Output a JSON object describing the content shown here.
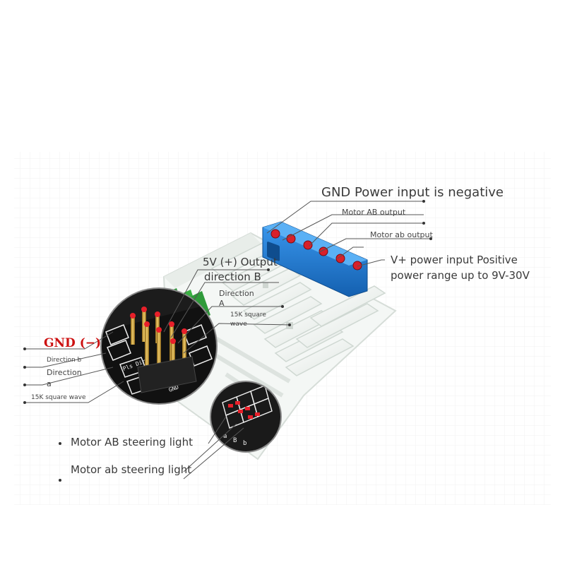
{
  "labels": {
    "gnd_power_input": "GND Power input is negative",
    "motor_AB_output": "Motor AB output",
    "motor_ab_output": "Motor ab output",
    "v_plus_line1": "V+ power input Positive",
    "v_plus_line2": "power range up to 9V-30V",
    "five_v_output": "5V (+) Output",
    "direction_B": "direction B",
    "direction_A_line1": "Direction",
    "direction_A_line2": "A",
    "square_wave_line1": "15K square",
    "square_wave_line2": "wave",
    "gnd_minus": "GND (−)",
    "direction_b_small": "Direction b",
    "direction_a_line1": "Direction",
    "direction_a_line2": "a",
    "square_wave_left": "15K square wave",
    "motor_AB_steering_light": "Motor AB steering light",
    "motor_ab_steering_light": "Motor ab steering light"
  },
  "colors": {
    "label_text": "#3a3a3a",
    "gnd_red": "#cc1111",
    "terminal_blue": "#1f7ad6",
    "pin_red": "#e8202a",
    "pin_gold": "#c79a2c",
    "heatsink": "#eef2ef"
  }
}
